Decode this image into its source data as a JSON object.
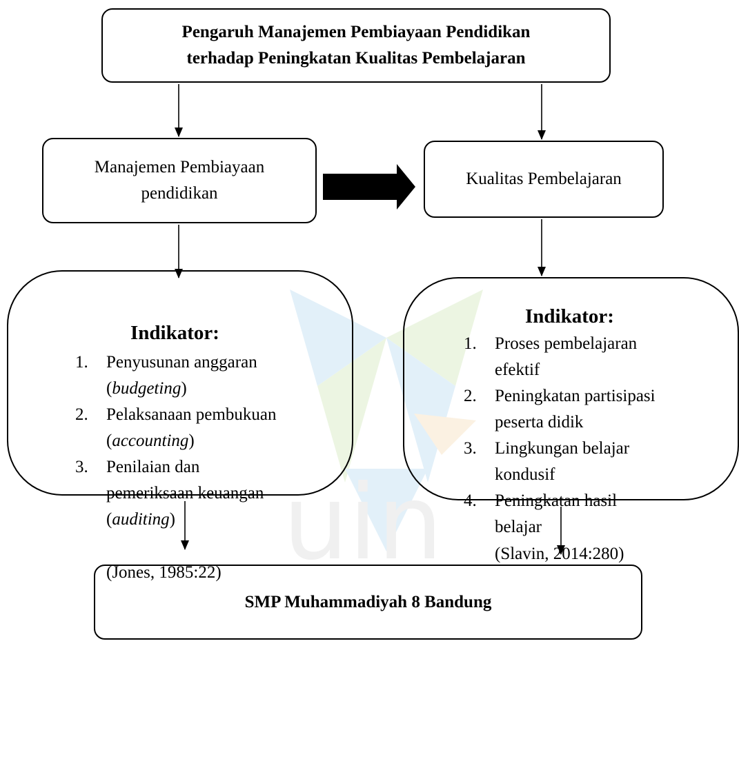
{
  "title": {
    "line1": "Pengaruh Manajemen Pembiayaan Pendidikan",
    "line2": "terhadap Peningkatan Kualitas Pembelajaran"
  },
  "left_variable": {
    "line1": "Manajemen Pembiayaan",
    "line2": "pendidikan"
  },
  "right_variable": {
    "label": "Kualitas Pembelajaran"
  },
  "left_indicators": {
    "heading": "Indikator:",
    "items": [
      {
        "num": "1.",
        "line1": "Penyusunan anggaran",
        "pre": "(",
        "term": "budgeting",
        "post": ")"
      },
      {
        "num": "2.",
        "line1": "Pelaksanaan pembukuan",
        "pre": "(",
        "term": "accounting",
        "post": ")"
      },
      {
        "num": "3.",
        "line1": "Penilaian dan",
        "line2": "pemeriksaan keuangan",
        "pre": "(",
        "term": "auditing",
        "post": ")"
      }
    ],
    "source": "(Jones, 1985:22)"
  },
  "right_indicators": {
    "heading": "Indikator:",
    "items": [
      {
        "num": "1.",
        "line1": "Proses pembelajaran",
        "line2": "efektif"
      },
      {
        "num": "2.",
        "line1": "Peningkatan partisipasi",
        "line2": "peserta didik"
      },
      {
        "num": "3.",
        "line1": "Lingkungan belajar",
        "line2": "kondusif"
      },
      {
        "num": "4.",
        "line1": "Peningkatan hasil",
        "line2": "belajar"
      }
    ],
    "source": "(Slavin, 2014:280)"
  },
  "bottom": {
    "label": "SMP Muhammadiyah 8 Bandung"
  },
  "watermark": {
    "text": "uin",
    "colors": [
      "#3a9ad9",
      "#7dbb3c",
      "#e8a23a",
      "#f0c419"
    ]
  }
}
